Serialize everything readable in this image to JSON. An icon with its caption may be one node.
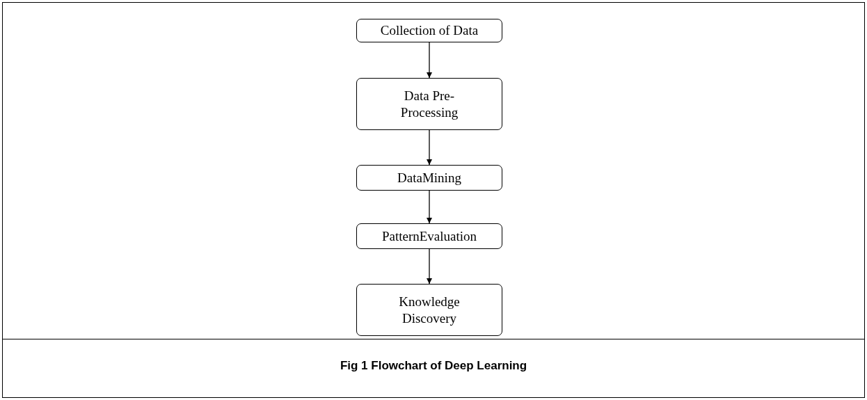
{
  "diagram": {
    "caption": "Fig 1 Flowchart of Deep Learning",
    "nodes": [
      {
        "text": [
          "Collection of Data"
        ]
      },
      {
        "text": [
          "Data Pre- Processing"
        ]
      },
      {
        "text": [
          "DataMining"
        ]
      },
      {
        "text": [
          "PatternEvaluation"
        ]
      },
      {
        "text": [
          "Knowledge Discovery"
        ]
      }
    ],
    "edges": [
      {
        "from": 0,
        "to": 1,
        "arrow": "to"
      },
      {
        "from": 1,
        "to": 2,
        "arrow": "to"
      },
      {
        "from": 2,
        "to": 3,
        "arrow": "to"
      },
      {
        "from": 3,
        "to": 4,
        "arrow": "to"
      }
    ]
  }
}
